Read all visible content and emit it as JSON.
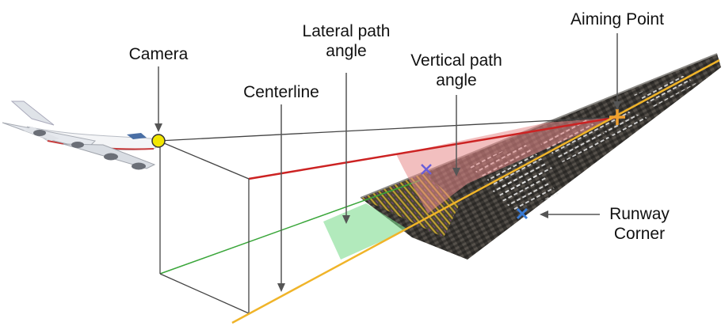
{
  "labels": {
    "camera": "Camera",
    "lateral_line1": "Lateral path",
    "lateral_line2": "angle",
    "vertical_line1": "Vertical path",
    "vertical_line2": "angle",
    "centerline": "Centerline",
    "aiming_point": "Aiming Point",
    "corner_line1": "Runway",
    "corner_line2": "Corner"
  },
  "colors": {
    "lateral_path": "#3aa63a",
    "lateral_wedge": "#7fdc8f",
    "vertical_path": "#cc2222",
    "vertical_wedge": "#e88a8a",
    "centerline": "#f0b429",
    "aiming_marker": "#f0a030",
    "corner_marker": "#3a7bd5",
    "camera_dot": "#f2e600",
    "runway": "#3b3836"
  },
  "icons": {
    "airplane": "airplane-icon",
    "camera": "camera-point-icon",
    "aiming_marker": "plus-marker-icon",
    "corner_marker": "x-marker-icon",
    "vertical_marker": "x-marker-icon"
  }
}
